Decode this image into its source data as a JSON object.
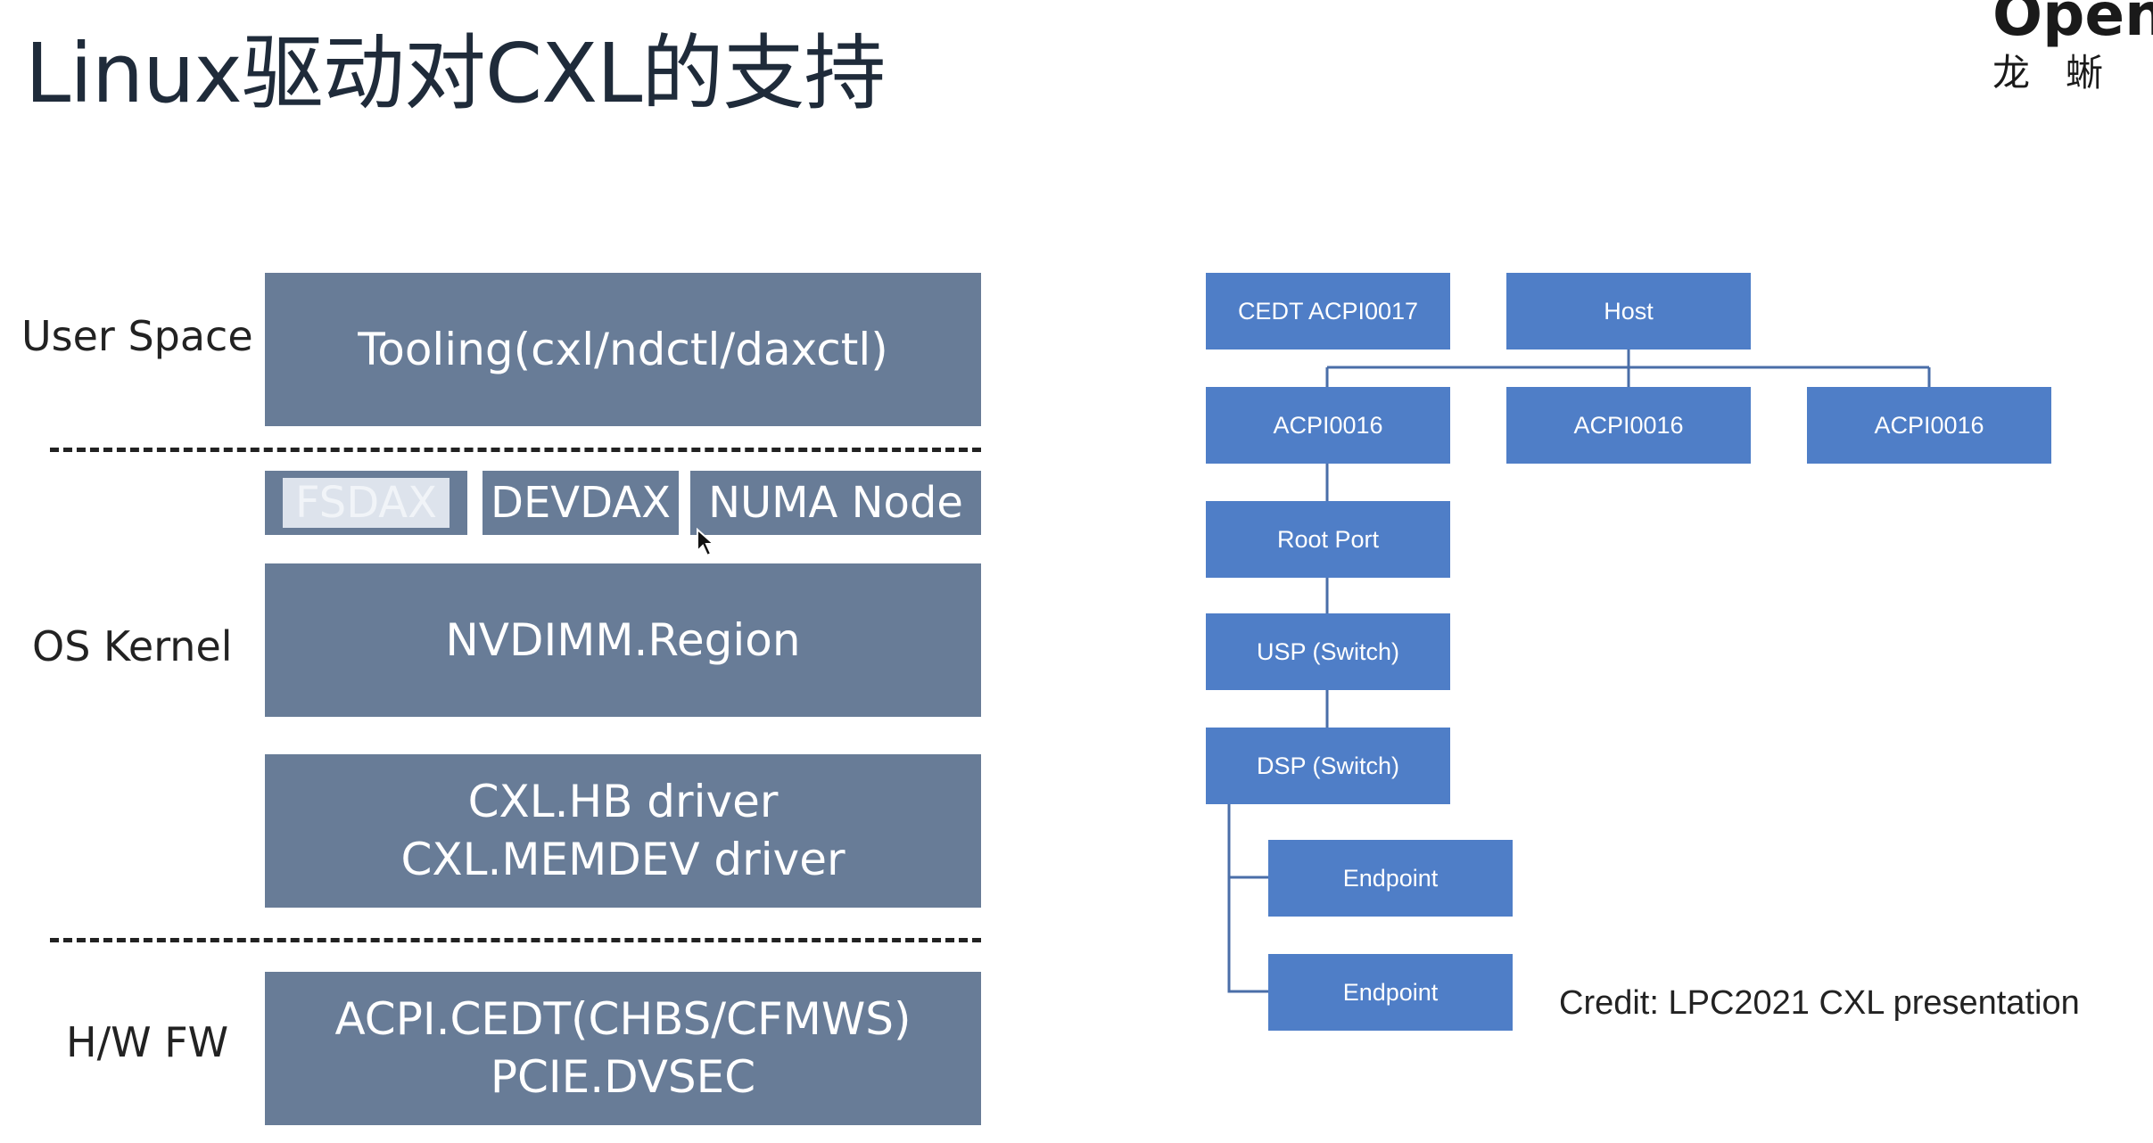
{
  "slide": {
    "title": "Linux驱动对CXL的支持",
    "logo": {
      "word": "OpenA",
      "sub": "龙蜥"
    }
  },
  "stack": {
    "labels": {
      "user_space": "User Space",
      "os_kernel": "OS Kernel",
      "hw_fw": "H/W FW"
    },
    "tooling": "Tooling(cxl/ndctl/daxctl)",
    "fsdax": "FSDAX",
    "devdax": "DEVDAX",
    "numa_node": "NUMA Node",
    "nvdimm_region": "NVDIMM.Region",
    "cxl_hb_driver": "CXL.HB driver",
    "cxl_memdev_driver": "CXL.MEMDEV driver",
    "acpi_cedt": "ACPI.CEDT(CHBS/CFMWS)",
    "pcie_dvsec": "PCIE.DVSEC"
  },
  "tree": {
    "cedt": "CEDT ACPI0017",
    "host": "Host",
    "acpi0016_a": "ACPI0016",
    "acpi0016_b": "ACPI0016",
    "acpi0016_c": "ACPI0016",
    "root_port": "Root Port",
    "usp": "USP (Switch)",
    "dsp": "DSP (Switch)",
    "endpoint_1": "Endpoint",
    "endpoint_2": "Endpoint"
  },
  "credit": "Credit: LPC2021 CXL presentation",
  "colors": {
    "stack_box": "#687c97",
    "tree_node": "#4f7ec7",
    "connector": "#4a6ea8"
  }
}
